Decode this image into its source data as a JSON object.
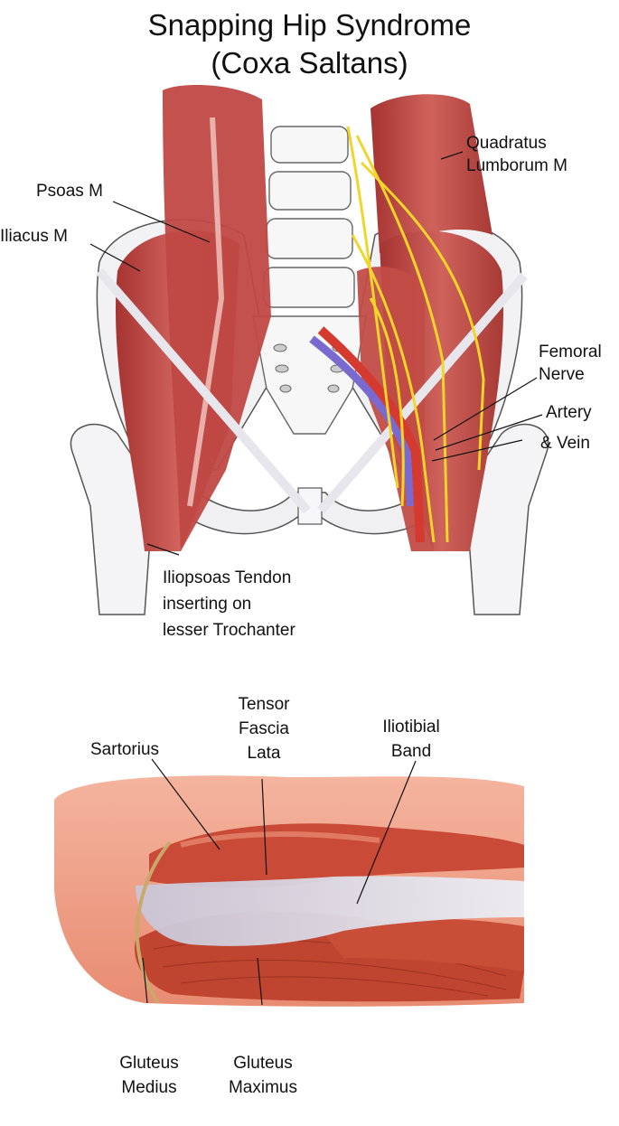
{
  "title": {
    "line1": "Snapping Hip Syndrome",
    "line2": "(Coxa Saltans)"
  },
  "upper_figure": {
    "labels": {
      "psoas": "Psoas M",
      "iliacus": "Iliacus M",
      "quadratus_line1": "Quadratus",
      "quadratus_line2": "Lumborum M",
      "femoral_line1": "Femoral",
      "femoral_line2": "Nerve",
      "artery": "Artery",
      "vein": "& Vein",
      "tendon_line1": "Iliopsoas Tendon",
      "tendon_line2": "inserting on",
      "tendon_line3": "lesser Trochanter"
    },
    "colors": {
      "muscle": "#c8504e",
      "nerve": "#f2d52a",
      "artery": "#d43a2f",
      "vein": "#7a6ad0",
      "bone": "#f2f2f4"
    }
  },
  "lower_figure": {
    "labels": {
      "tensor_line1": "Tensor",
      "tensor_line2": "Fascia",
      "tensor_line3": "Lata",
      "sartorius": "Sartorius",
      "iliotibial_line1": "Iliotibial",
      "iliotibial_line2": "Band",
      "gmed_line1": "Gluteus",
      "gmed_line2": "Medius",
      "gmax_line1": "Gluteus",
      "gmax_line2": "Maximus"
    },
    "colors": {
      "skin": "#f0a38a",
      "muscle": "#c94a36",
      "band": "#dcdde6"
    }
  }
}
